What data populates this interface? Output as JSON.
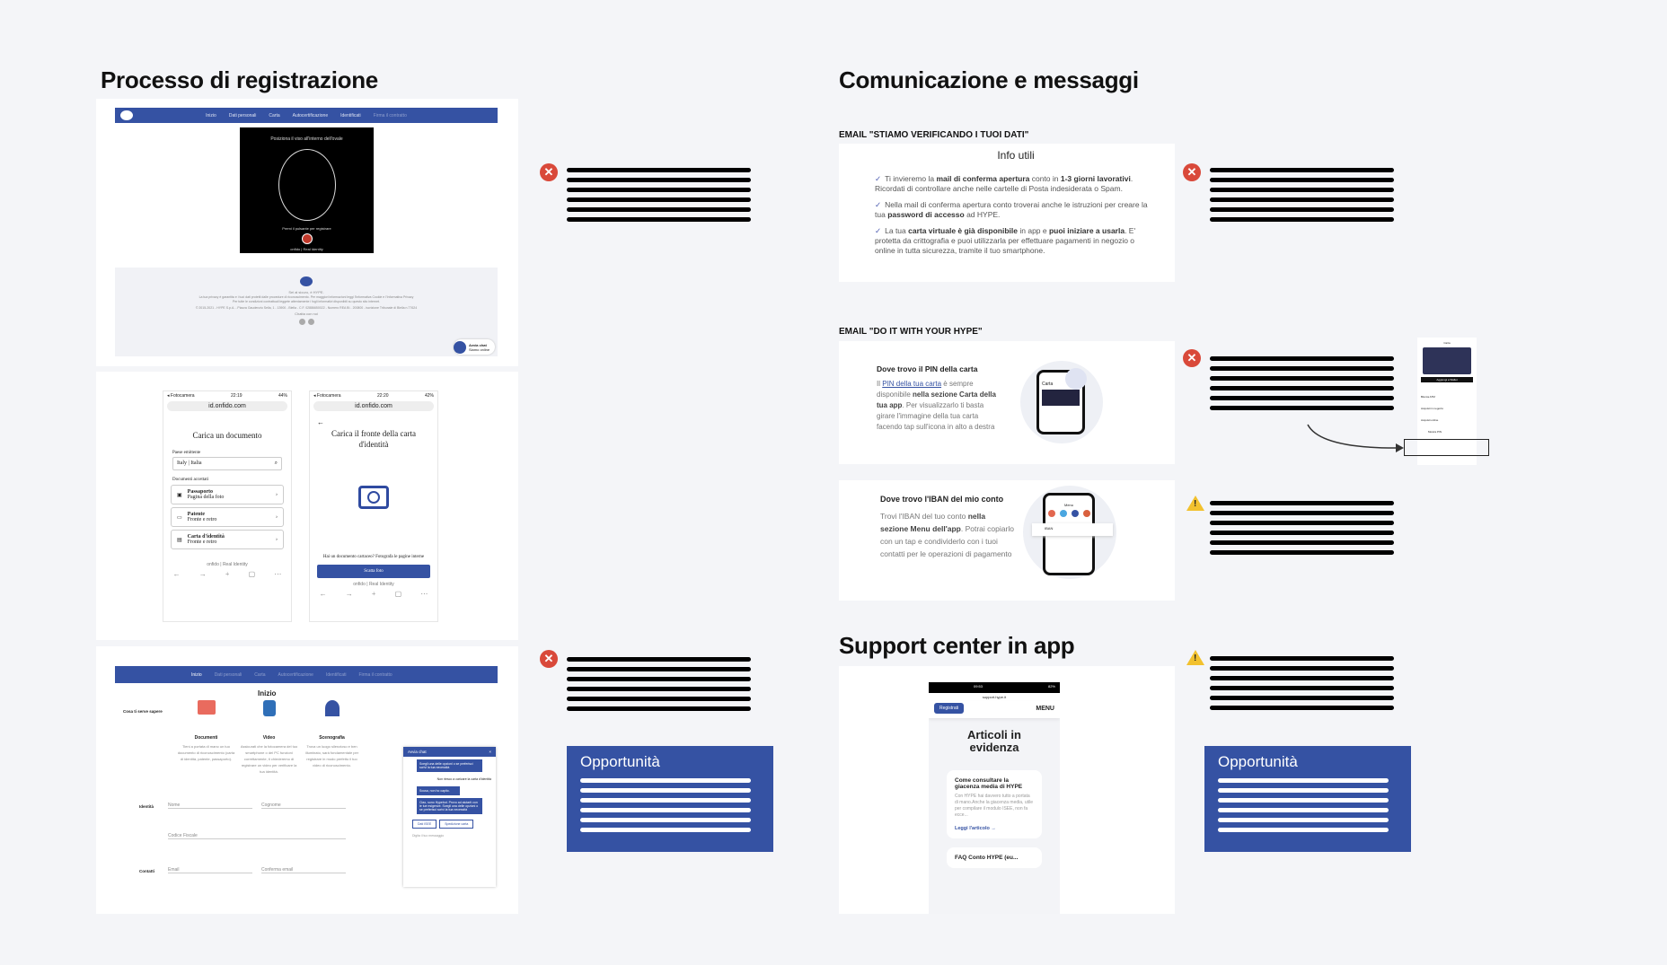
{
  "left": {
    "title": "Processo di registrazione",
    "panel1": {
      "nav": [
        "Inizio",
        "Dati personali",
        "Carta",
        "Autocertificazione",
        "Identificati",
        "Firma il contratto"
      ],
      "camera_title": "Posiziona il viso all'interno dell'ovale",
      "camera_hint": "Premi il pulsante per registrare",
      "onfido": "onfido | Real Identity",
      "footer": {
        "safe": "Sei al sicuro, è HYPE.",
        "privacy": "La tua privacy è garantita e i tuoi dati protetti dalle procedure di riconoscimento. Per maggiori informazioni leggi l'Informativa Cookie e l'Informativa Privacy",
        "terms": "Per tutte le condizioni contrattuali leggete attentamente i fogli informativi disponibili su questo sito internet.",
        "copyright": "© 2015-2021 - HYPE S.p.A. - Piazza Gaudenzio Sella, 1 - 13900 - Biella - C.F. 02886650022 - Numero REA BI - 200800 - iscrizione Tribunale di Biella n.77624",
        "chat": "Chatta con noi",
        "chat_button": "Avvia chat",
        "chat_sub": "Siamo online"
      }
    },
    "panel2": {
      "phone1": {
        "status_left": "◂ Fotocamera",
        "time": "22:19",
        "battery": "44%",
        "url": "id.onfido.com",
        "title": "Carica un documento",
        "country_label": "Paese emittente",
        "country_value": "Italy | Italia",
        "accepted": "Documenti accettati",
        "docs": [
          {
            "name": "Passaporto",
            "sub": "Pagina della foto"
          },
          {
            "name": "Patente",
            "sub": "Fronte e retro"
          },
          {
            "name": "Carta d'identità",
            "sub": "Fronte e retro"
          }
        ],
        "onfido": "onfido | Real Identity"
      },
      "phone2": {
        "status_left": "◂ Fotocamera",
        "time": "22:20",
        "battery": "42%",
        "url": "id.onfido.com",
        "title": "Carica il fronte della carta d'identità",
        "hint": "Hai un documento cartaceo? Fotografa le pagine interne",
        "button": "Scatta foto",
        "onfido": "onfido | Real Identity"
      }
    },
    "panel3": {
      "nav": [
        "Inizio",
        "Dati personali",
        "Carta",
        "Autocertificazione",
        "Identificati",
        "Firma il contratto"
      ],
      "heading": "Inizio",
      "need": "Cosa ti serve sapere",
      "cols": [
        {
          "t": "Documenti",
          "d": "Tieni a portata di mano un tuo documento di riconoscimento (carta di identità, patente, passaporto)."
        },
        {
          "t": "Video",
          "d": "Assicurati che la fotocamera del tuo smartphone o del PC funzioni correttamente, ti chiederemo di registrare un video per verificare la tua identità."
        },
        {
          "t": "Scenografia",
          "d": "Trova un luogo silenzioso e ben illuminato, sarà fondamentale per registrare in modo perfetto il tuo video di riconoscimento."
        }
      ],
      "identity": "Identità",
      "name": "Nome",
      "surname": "Cognome",
      "fiscal": "Codice Fiscale",
      "contacts": "Contatti",
      "email": "Email",
      "confirm_email": "Conferma email",
      "chat": {
        "title": "Avvia chat",
        "msg1": "Scegli una delle opzioni o se preferisci scrivi la tua necessità",
        "user": "Non riesco a caricare la carta d'identità",
        "bot1": "Scusa, non ho capito.",
        "bot2": "Ciao, sono Hypebot. Provo ad aiutarti con le tue esigenze. Scegli una delle opzioni o se preferisci scrivi la tua necessità",
        "opt1": "Dati ISEE",
        "opt2": "Spedizione carta",
        "placeholder": "Digita il tuo messaggio"
      }
    },
    "opportunity": "Opportunità"
  },
  "right": {
    "title": "Comunicazione e messaggi",
    "email1": {
      "label": "EMAIL \"STIAMO VERIFICANDO I TUOI DATI\"",
      "heading": "Info utili",
      "items": [
        [
          "Ti invieremo la ",
          "mail di conferma apertura",
          " conto in ",
          "1-3 giorni lavorativi",
          ". Ricordati di controllare anche nelle cartelle di Posta indesiderata o Spam."
        ],
        [
          "Nella mail di conferma apertura conto troverai anche le istruzioni per creare la tua ",
          "password di accesso",
          " ad HYPE.",
          "",
          ""
        ],
        [
          "La tua ",
          "carta virtuale è già disponibile",
          " in app e ",
          "puoi iniziare a usarla",
          ". E' protetta da crittografia e puoi utilizzarla per effettuare pagamenti in negozio o online in tutta sicurezza, tramite il tuo smartphone."
        ]
      ]
    },
    "email2": {
      "label": "EMAIL \"DO IT WITH YOUR HYPE\"",
      "pin": {
        "title": "Dove trovo il PIN della carta",
        "p1": "Il ",
        "link": "PIN della tua carta",
        "p2": " è sempre disponibile ",
        "b1": "nella sezione Carta della tua app",
        "p3": ". Per visualizzarlo ti basta girare l'immagine della tua carta facendo tap sull'icona in alto a destra",
        "phone_label": "Carta"
      },
      "iban": {
        "title": "Dove trovo l'IBAN del mio conto",
        "p1": "Trovi l'IBAN del tuo conto ",
        "b1": "nella sezione Menu dell'app",
        "p2": ". Potrai copiarlo con un tap e condividerlo con i tuoi contatti per le operazioni di pagamento",
        "phone_label": "Menu",
        "iban_label": "IBAN"
      },
      "mini_phone": {
        "title": "Carta",
        "wallet": "Aggiungi a Wallet",
        "row1": "Blocca ATM",
        "row2": "Acquisti in negozio",
        "row3": "Acquisti online",
        "highlight": "Mostra PIN"
      }
    },
    "support": {
      "title": "Support center in app",
      "time": "09:53",
      "battery": "82%",
      "url": "support.hype.it",
      "register": "Registrati",
      "menu": "MENU",
      "heading": "Articoli in evidenza",
      "article_title": "Come consultare la giacenza media di HYPE",
      "article_text": "Con HYPE hai davvero tutto a portata di mano.Anche la giacenza media, utile per compilare il modulo ISEE, non fa ecce...",
      "read": "Leggi l'articolo →",
      "next": "FAQ Conto HYPE (eu..."
    },
    "opportunity": "Opportunità"
  },
  "colors": {
    "brand_blue": "#3552a3",
    "error": "#d9493a",
    "warning": "#f2c12e"
  },
  "icons": {
    "error": "x-circle-icon",
    "warning": "warning-triangle-icon"
  }
}
